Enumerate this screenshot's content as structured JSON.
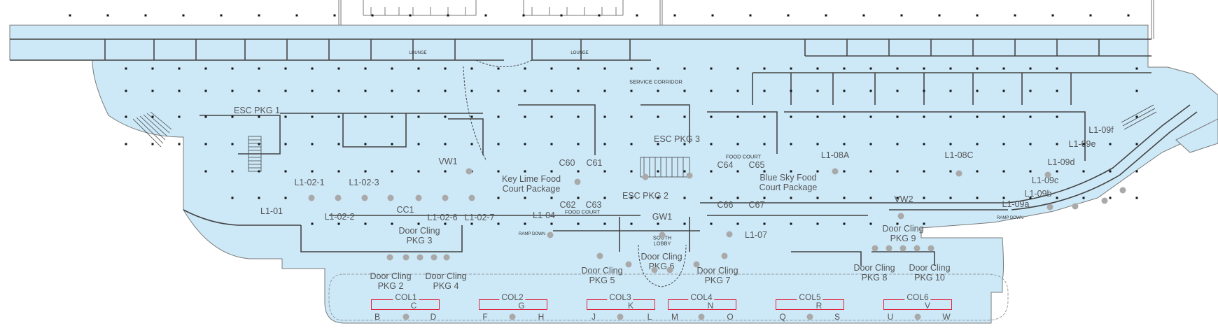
{
  "map": {
    "colors": {
      "floor": "#cde9f8",
      "walls": "#444444",
      "outline": "#7a7a7a",
      "markers": "#a9a9a9",
      "column_box": "#e0203a"
    },
    "lounges": [
      "LOUNGE",
      "LOUNGE"
    ],
    "corridor": "SERVICE CORRIDOR",
    "areas": [
      {
        "id": "esc1",
        "text": "ESC PKG 1"
      },
      {
        "id": "esc3",
        "text": "ESC PKG 3"
      },
      {
        "id": "esc2",
        "text": "ESC PKG 2"
      },
      {
        "id": "food1",
        "text": "FOOD COURT"
      },
      {
        "id": "food2",
        "text": "FOOD COURT"
      },
      {
        "id": "keylime",
        "text": "Key Lime Food\nCourt Package"
      },
      {
        "id": "bluesky",
        "text": "Blue Sky Food\nCourt Package"
      },
      {
        "id": "south",
        "text": "SOUTH\nLOBBY"
      },
      {
        "id": "vw1",
        "text": "VW1"
      },
      {
        "id": "vw2",
        "text": "VW2"
      },
      {
        "id": "cc1",
        "text": "CC1"
      },
      {
        "id": "gw1",
        "text": "GW1"
      },
      {
        "id": "c60",
        "text": "C60"
      },
      {
        "id": "c61",
        "text": "C61"
      },
      {
        "id": "c62",
        "text": "C62"
      },
      {
        "id": "c63",
        "text": "C63"
      },
      {
        "id": "c64",
        "text": "C64"
      },
      {
        "id": "c65",
        "text": "C65"
      },
      {
        "id": "c66",
        "text": "C66"
      },
      {
        "id": "c67",
        "text": "C67"
      },
      {
        "id": "l1_01",
        "text": "L1-01"
      },
      {
        "id": "l1_021",
        "text": "L1-02-1"
      },
      {
        "id": "l1_023",
        "text": "L1-02-3"
      },
      {
        "id": "l1_022",
        "text": "L1-02-2"
      },
      {
        "id": "l1_026",
        "text": "L1-02-6"
      },
      {
        "id": "l1_027",
        "text": "L1-02-7"
      },
      {
        "id": "l1_04",
        "text": "L1-04"
      },
      {
        "id": "l1_07",
        "text": "L1-07"
      },
      {
        "id": "l1_08a",
        "text": "L1-08A"
      },
      {
        "id": "l1_08c",
        "text": "L1-08C"
      },
      {
        "id": "l1_09f",
        "text": "L1-09f"
      },
      {
        "id": "l1_09e",
        "text": "L1-09e"
      },
      {
        "id": "l1_09d",
        "text": "L1-09d"
      },
      {
        "id": "l1_09c",
        "text": "L1-09c"
      },
      {
        "id": "l1_09b",
        "text": "L1-09b"
      },
      {
        "id": "l1_09a",
        "text": "L1-09a"
      }
    ],
    "ramp_down": [
      "RAMP DOWN",
      "RAMP DOWN"
    ],
    "door_clings": [
      {
        "id": "dc3",
        "text": "Door Cling\nPKG 3"
      },
      {
        "id": "dc2",
        "text": "Door Cling\nPKG 2"
      },
      {
        "id": "dc4",
        "text": "Door Cling\nPKG 4"
      },
      {
        "id": "dc5",
        "text": "Door Cling\nPKG 5"
      },
      {
        "id": "dc6",
        "text": "Door Cling\nPKG 6"
      },
      {
        "id": "dc7",
        "text": "Door Cling\nPKG 7"
      },
      {
        "id": "dc9",
        "text": "Door Cling\nPKG 9"
      },
      {
        "id": "dc8",
        "text": "Door Cling\nPKG 8"
      },
      {
        "id": "dc10",
        "text": "Door Cling\nPKG 10"
      }
    ],
    "columns": [
      {
        "id": "col1",
        "name": "COL1",
        "letters": [
          "B",
          "C",
          "D"
        ]
      },
      {
        "id": "col2",
        "name": "COL2",
        "letters": [
          "F",
          "G",
          "H"
        ]
      },
      {
        "id": "col3",
        "name": "COL3",
        "letters": [
          "J",
          "K",
          "L"
        ]
      },
      {
        "id": "col4",
        "name": "COL4",
        "letters": [
          "M",
          "N",
          "O"
        ]
      },
      {
        "id": "col5",
        "name": "COL5",
        "letters": [
          "Q",
          "R",
          "S"
        ]
      },
      {
        "id": "col6",
        "name": "COL6",
        "letters": [
          "U",
          "V",
          "W"
        ]
      }
    ]
  }
}
